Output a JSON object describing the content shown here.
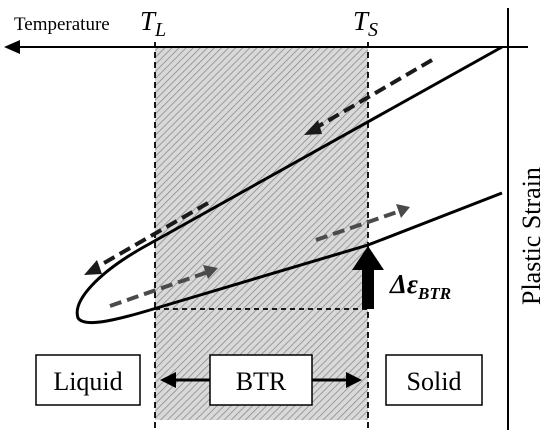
{
  "axis_labels": {
    "temperature": "Temperature",
    "plastic_strain": "Plastic Strain"
  },
  "temperature_markers": {
    "liquidus_base": "T",
    "liquidus_sub": "L",
    "solidus_base": "T",
    "solidus_sub": "S"
  },
  "regions": {
    "liquid": "Liquid",
    "btr": "BTR",
    "solid": "Solid"
  },
  "strain_increment": {
    "symbol": "Δε",
    "subscript": "BTR"
  },
  "colors": {
    "curve": "#000000",
    "btr_hatch": "#9a9a9a",
    "arrow_dark": "#1a1a1a",
    "arrow_gray": "#4a4a4a"
  }
}
